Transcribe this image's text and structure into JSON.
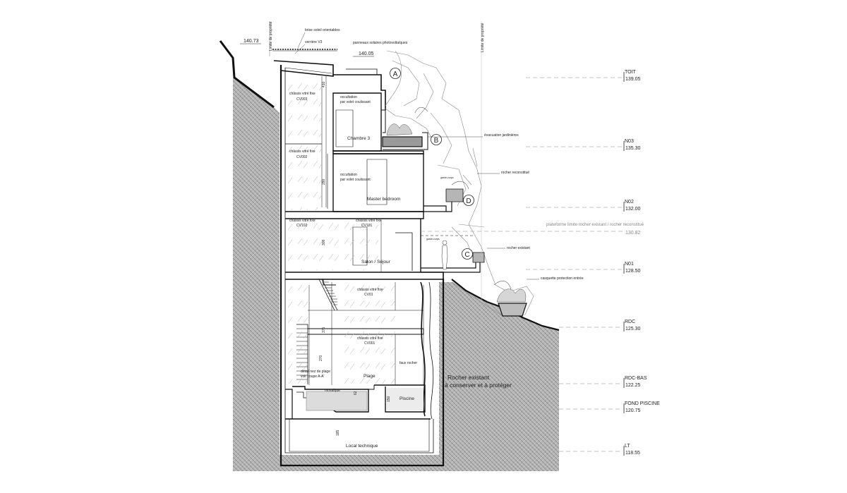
{
  "top": {
    "prop_limit_left": "Limite de propriété",
    "prop_limit_right": "Limite de propriété",
    "brise_soleil": "brise soleil orientables",
    "verriere": "verrière V3",
    "panneaux": "panneaux solaires photovoltaïques",
    "height_left": "140.73",
    "height_mid": "140.05"
  },
  "levels": [
    {
      "name": "TOIT",
      "value": "139.05"
    },
    {
      "name": "N03",
      "value": "135.30"
    },
    {
      "name": "N02",
      "value": "132.00"
    },
    {
      "name": "N01",
      "value": "128.50"
    },
    {
      "name": "RDC",
      "value": "125.30"
    },
    {
      "name": "RDC-BAS",
      "value": "122.25"
    },
    {
      "name": "FOND PISCINE",
      "value": "120.75"
    },
    {
      "name": "LT",
      "value": "118.55"
    }
  ],
  "plateforme": {
    "label": "plateforme limite rocher existant / rocher reconstitué",
    "value": "130.82"
  },
  "callouts": [
    "A",
    "B",
    "C",
    "D"
  ],
  "rooms": {
    "chambre3": "Chambre 3",
    "master": "Master bedroom",
    "salon": "Salon / Séjour",
    "plage": "Plage",
    "piscine": "Piscine",
    "local": "Local technique",
    "mosaique": "mosaïque"
  },
  "chassis": {
    "cv003_a": "châssis vitré fixe",
    "cv003_b": "CV003",
    "cv002_a": "châssis vitré fixe",
    "cv002_b": "CV002",
    "cv102_a": "châssis vitré fixe",
    "cv102_b": "CV102",
    "cv101_a": "châssis vitré fixe",
    "cv101_b": "CV101",
    "cv01_a": "châssis vitré fixe",
    "cv01_b": "CV01",
    "cv001_a": "châssis vitré fixe",
    "cv001_b": "CV001"
  },
  "occultation": {
    "a1": "occultation",
    "a2": "par volet coulissant",
    "b1": "occultation",
    "b2": "par volet coulissant"
  },
  "annotations": {
    "evacuation": "évacuation jardinières",
    "rocher_reconstitue": "rocher reconstitué",
    "rocher_existant": "rocher existant",
    "casquette": "casquette protection entrée",
    "faux_rocher": "faux rocher",
    "detail_1": "détail nez de plage",
    "detail_2": "voir coupe A-A'",
    "garde_corps_1": "garde-corps",
    "garde_corps_2": "garde-corps"
  },
  "rock": {
    "line1": "Rocher existant",
    "line2": "à conserver et à protéger"
  },
  "dims": [
    "410",
    "290",
    "300",
    "375",
    "270",
    "150",
    "185",
    "62"
  ]
}
